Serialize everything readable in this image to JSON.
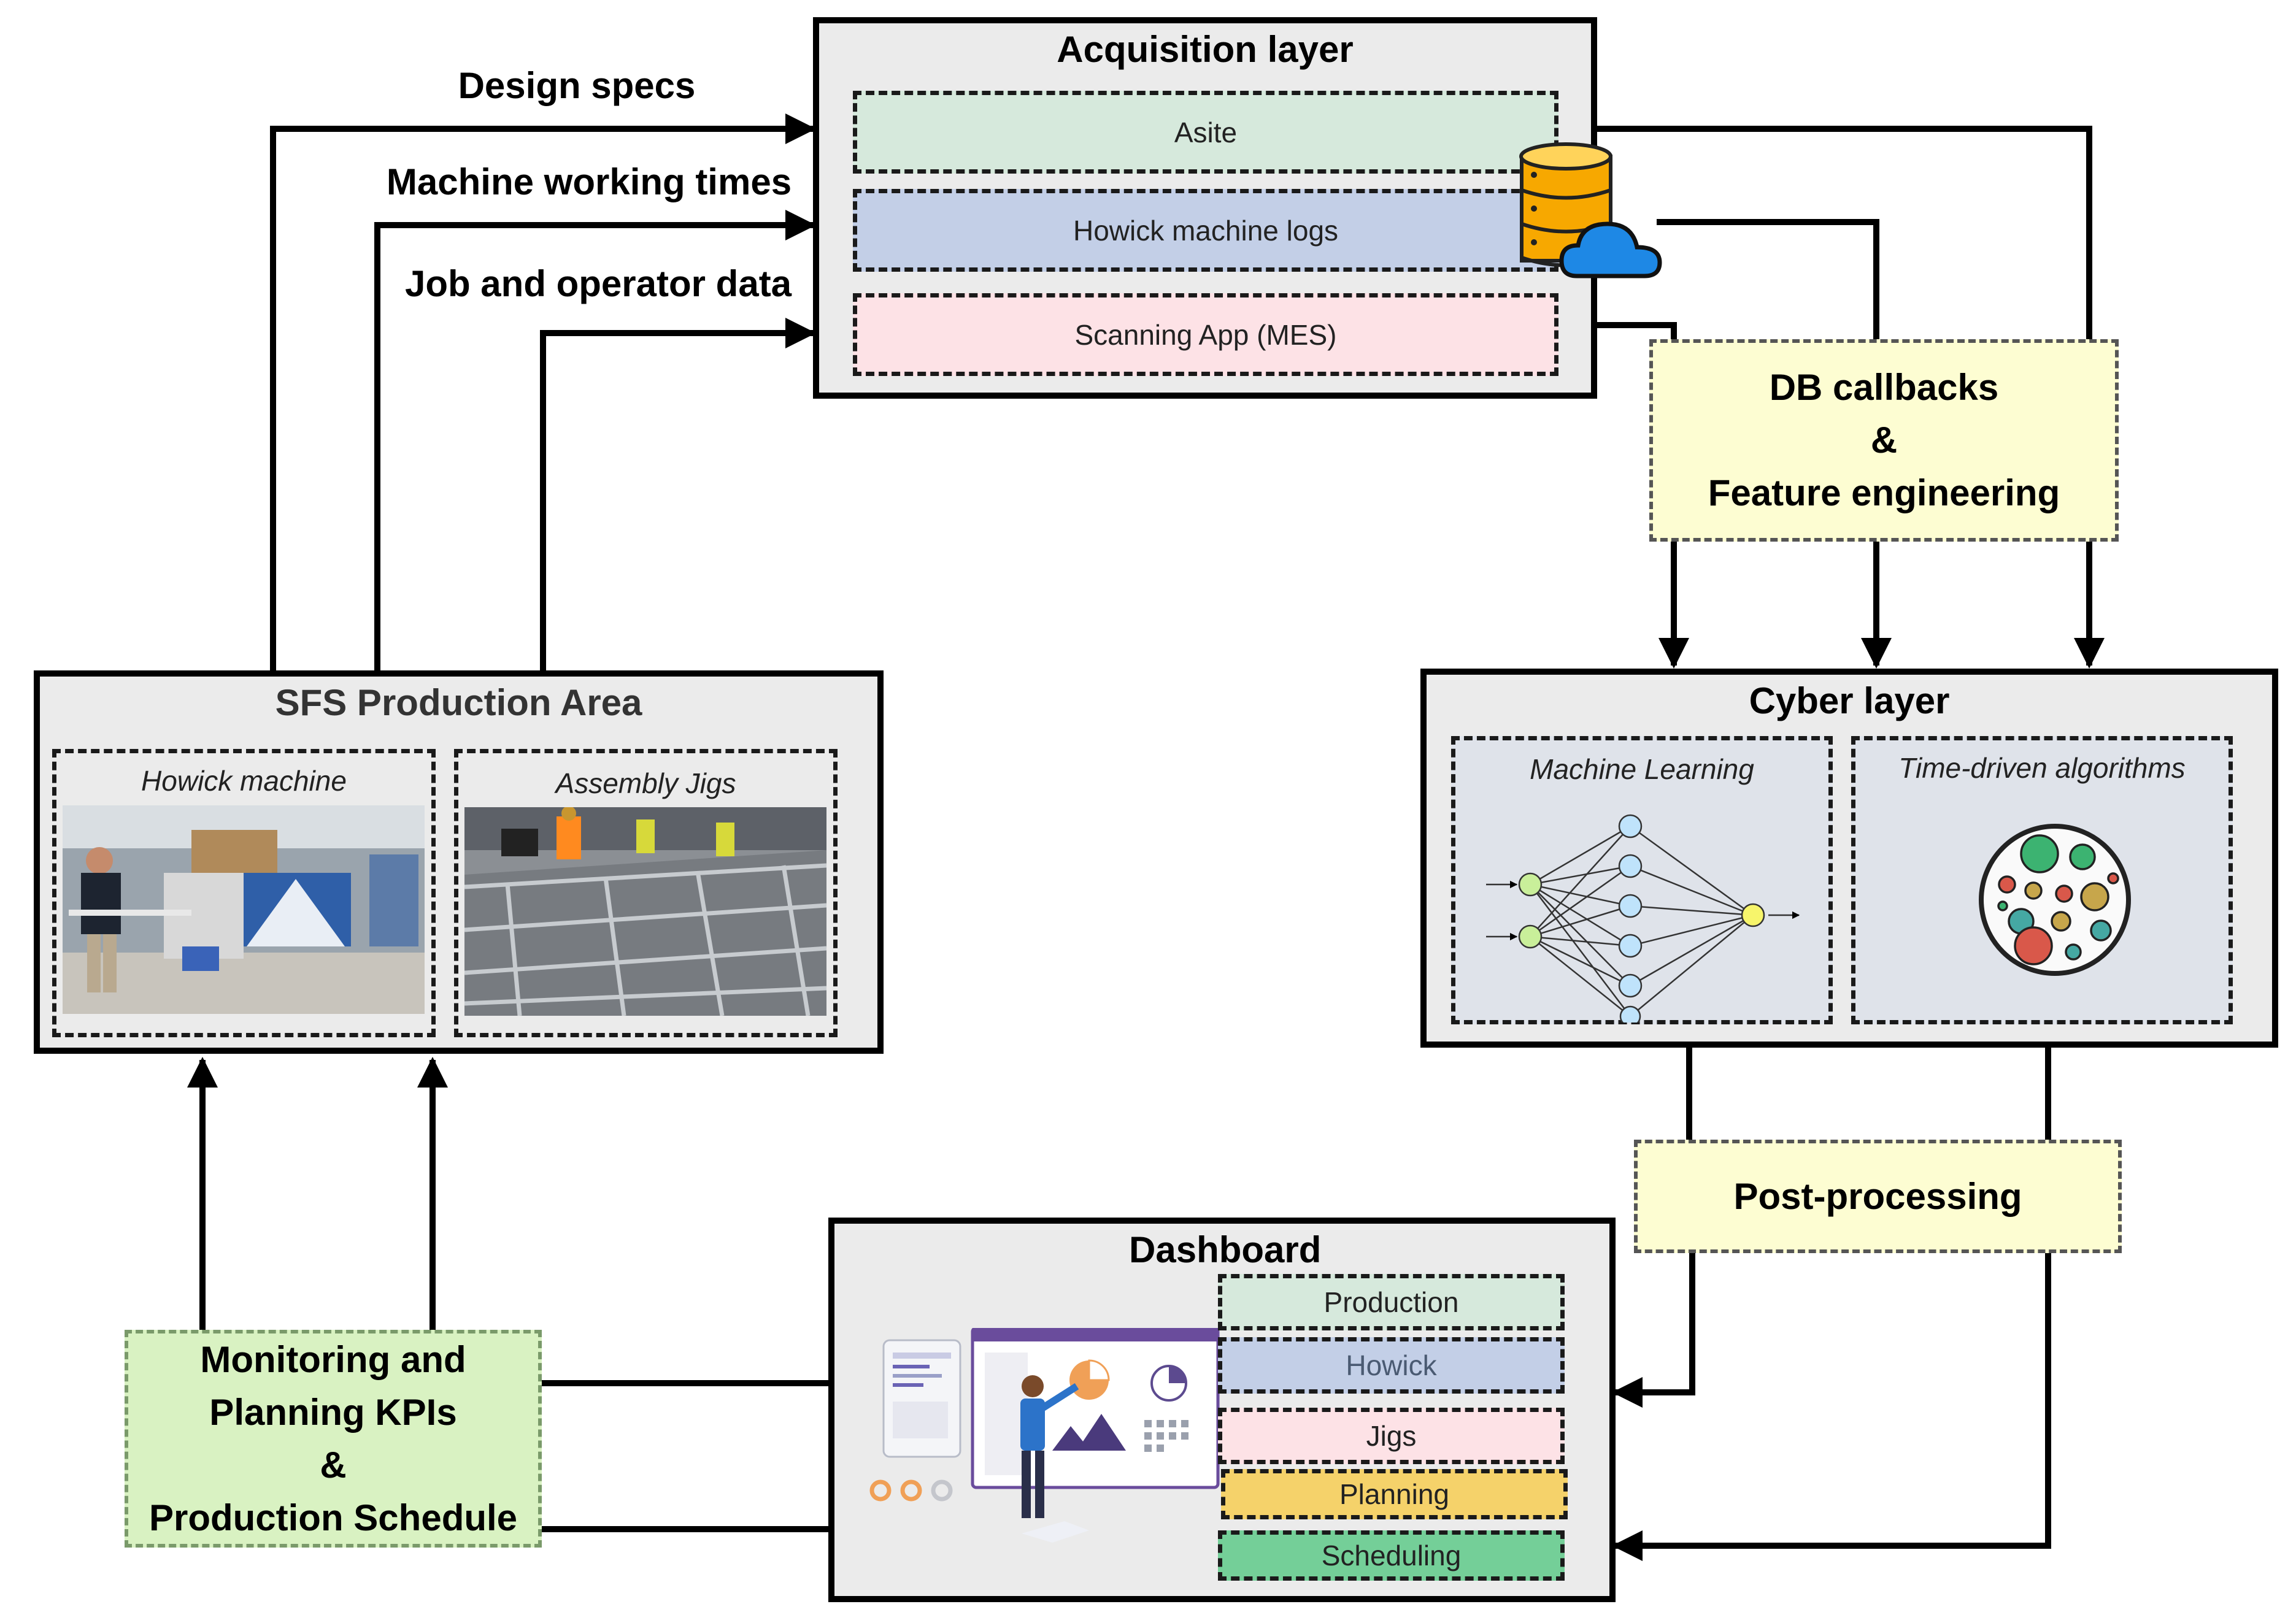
{
  "inputs": {
    "design_specs": "Design specs",
    "machine_working_times": "Machine working times",
    "job_operator_data": "Job and operator data"
  },
  "acquisition": {
    "title": "Acquisition layer",
    "items": [
      "Asite",
      "Howick machine logs",
      "Scanning App (MES)"
    ],
    "colors": [
      "#d6e9dc",
      "#c3cfe7",
      "#fde2e6"
    ]
  },
  "db_callbacks": {
    "line1": "DB callbacks",
    "line2": "&",
    "line3": "Feature engineering"
  },
  "cyber": {
    "title": "Cyber layer",
    "ml_label": "Machine Learning",
    "time_label": "Time-driven algorithms"
  },
  "post_processing": "Post-processing",
  "sfs": {
    "title": "SFS Production Area",
    "howick_label": "Howick machine",
    "jigs_label": "Assembly Jigs"
  },
  "dashboard": {
    "title": "Dashboard",
    "items": [
      "Production",
      "Howick",
      "Jigs",
      "Planning",
      "Scheduling"
    ],
    "colors": [
      "#d6e9dc",
      "#c3cfe7",
      "#fde2e6",
      "#f5d26a",
      "#74cf98"
    ]
  },
  "kpis": {
    "line1": "Monitoring and",
    "line2": "Planning KPIs",
    "line3": "&",
    "line4": "Production Schedule"
  }
}
